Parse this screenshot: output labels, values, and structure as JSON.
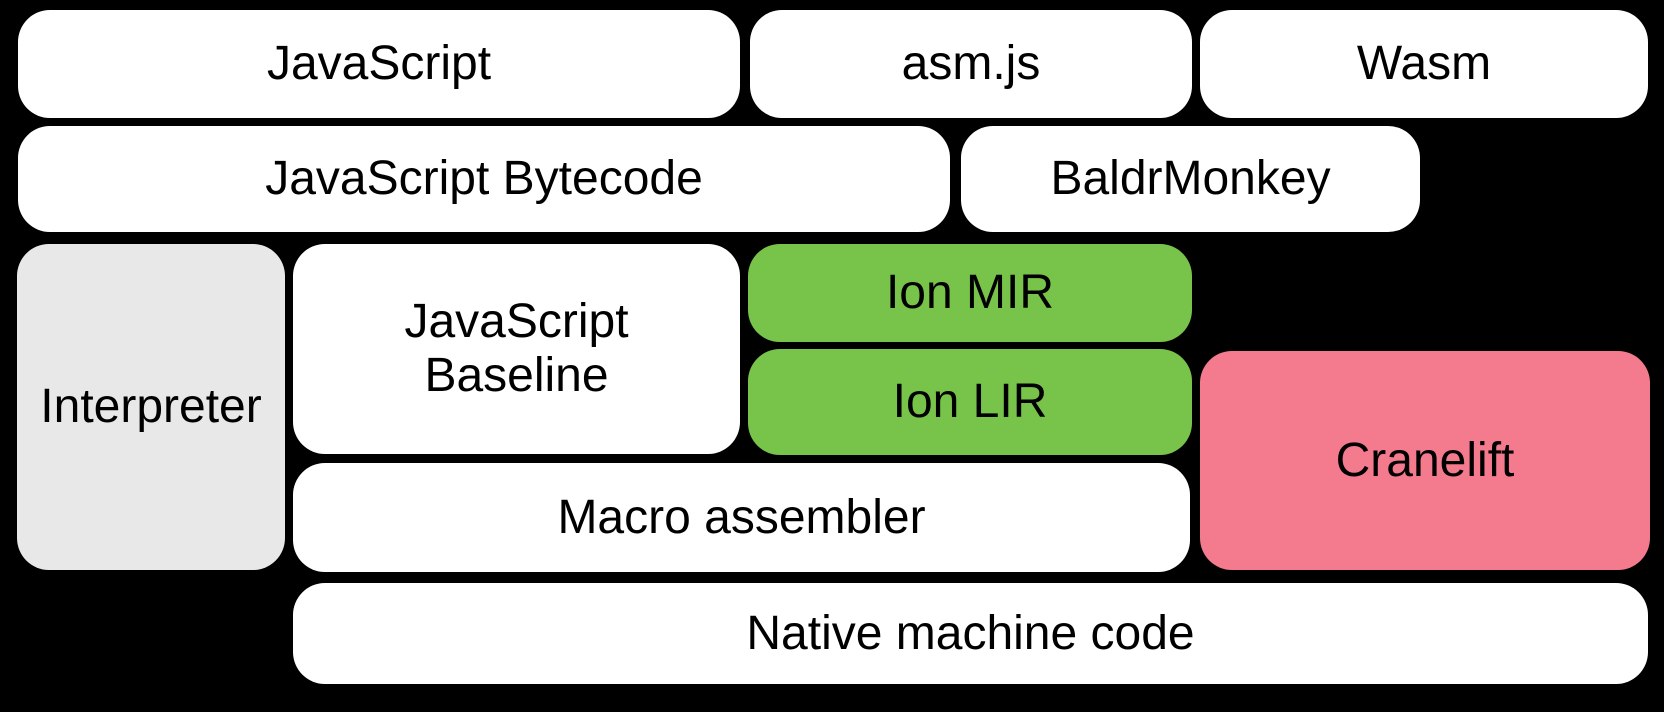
{
  "colors": {
    "background": "#000000",
    "box_white": "#FFFFFF",
    "box_gray": "#E8E8E8",
    "box_green": "#78C44A",
    "box_pink": "#F47A8D",
    "text": "#000000"
  },
  "boxes": {
    "javascript": {
      "label": "JavaScript"
    },
    "asmjs": {
      "label": "asm.js"
    },
    "wasm": {
      "label": "Wasm"
    },
    "bytecode": {
      "label": "JavaScript Bytecode"
    },
    "baldrmonkey": {
      "label": "BaldrMonkey"
    },
    "interpreter": {
      "label": "Interpreter"
    },
    "baseline": {
      "lines": [
        "JavaScript",
        "Baseline"
      ]
    },
    "ion_mir": {
      "label": "Ion MIR"
    },
    "ion_lir": {
      "label": "Ion LIR"
    },
    "cranelift": {
      "label": "Cranelift"
    },
    "macro_assembler": {
      "label": "Macro assembler"
    },
    "native_machine_code": {
      "label": "Native machine code"
    }
  }
}
